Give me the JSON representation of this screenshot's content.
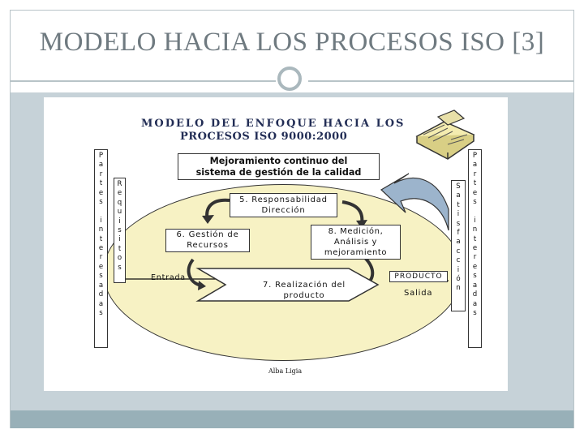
{
  "slide_title": "MODELO HACIA LOS PROCESOS ISO [3]",
  "diagram": {
    "title_line1": "MODELO DEL ENFOQUE HACIA LOS",
    "title_line2": "PROCESOS ISO 9000:2000",
    "left_parties": [
      "P",
      "a",
      "r",
      "t",
      "e",
      "s",
      "",
      "i",
      "n",
      "t",
      "e",
      "r",
      "e",
      "s",
      "a",
      "d",
      "a",
      "s"
    ],
    "requisitos": [
      "R",
      "e",
      "q",
      "u",
      "i",
      "s",
      "i",
      "t",
      "o",
      "s"
    ],
    "satisfaccion": [
      "S",
      "a",
      "t",
      "i",
      "s",
      "f",
      "a",
      "c",
      "c",
      "i",
      "ó",
      "n"
    ],
    "right_parties": [
      "P",
      "a",
      "r",
      "t",
      "e",
      "s",
      "",
      "i",
      "n",
      "t",
      "e",
      "r",
      "e",
      "s",
      "a",
      "d",
      "a",
      "s"
    ],
    "mejoramiento_line1": "Mejoramiento continuo del",
    "mejoramiento_line2": "sistema de gestión de la calidad",
    "responsabilidad_line1": "5. Responsabilidad",
    "responsabilidad_line2": "Dirección",
    "gestion_line1": "6. Gestión de",
    "gestion_line2": "Recursos",
    "medicion_line1": "8. Medición,",
    "medicion_line2": "Análisis y",
    "medicion_line3": "mejoramiento",
    "realizacion_line1": "7. Realización del",
    "realizacion_line2": "producto",
    "entrada": "Entrada",
    "producto": "PRODUCTO",
    "salida": "Salida",
    "author": "Alba Ligia"
  },
  "colors": {
    "title": "#6f7a80",
    "band": "#c6d2d8",
    "bottom_bar": "#98b0b8",
    "ellipse_fill": "#f7f2c4",
    "diagram_title": "#222d55",
    "big_arrow": "#9cb4cc"
  }
}
